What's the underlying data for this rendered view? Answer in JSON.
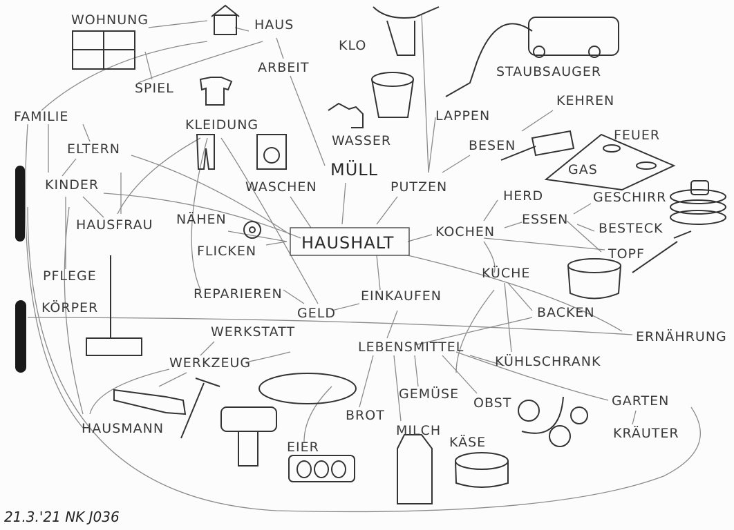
{
  "title": "HAUSHALT",
  "words": {
    "wohnung": "WOHNUNG",
    "haus": "HAUS",
    "klo": "KLO",
    "staubsauger": "STAUBSAUGER",
    "arbeit": "ARBEIT",
    "spiel": "SPIEL",
    "lappen": "LAPPEN",
    "kehren": "KEHREN",
    "familie": "FAMILIE",
    "kleidung": "KLEIDUNG",
    "wasser": "WASSER",
    "besen": "BESEN",
    "feuer": "FEUER",
    "eltern": "ELTERN",
    "gas": "GAS",
    "muell": "MÜLL",
    "kinder": "KINDER",
    "waschen": "WASCHEN",
    "putzen": "PUTZEN",
    "herd": "HERD",
    "geschirr": "GESCHIRR",
    "hausfrau": "HAUSFRAU",
    "naehen": "NÄHEN",
    "essen": "ESSEN",
    "besteck": "BESTECK",
    "kochen": "KOCHEN",
    "flicken": "FLICKEN",
    "topf": "TOPF",
    "kueche": "KÜCHE",
    "pflege": "PFLEGE",
    "reparieren": "REPARIEREN",
    "einkaufen": "EINKAUFEN",
    "koerper": "KÖRPER",
    "geld": "GELD",
    "backen": "BACKEN",
    "werkstatt": "WERKSTATT",
    "ernaehrung": "ERNÄHRUNG",
    "lebensmittel": "LEBENSMITTEL",
    "werkzeug": "WERKZEUG",
    "kuehlschrank": "KÜHLSCHRANK",
    "gemuese": "GEMÜSE",
    "obst": "OBST",
    "garten": "GARTEN",
    "brot": "BROT",
    "hausmann": "HAUSMANN",
    "milch": "MILCH",
    "kraeuter": "KRÄUTER",
    "kaese": "KÄSE",
    "eier": "EIER"
  },
  "signature": "21.3.'21 NK J036"
}
